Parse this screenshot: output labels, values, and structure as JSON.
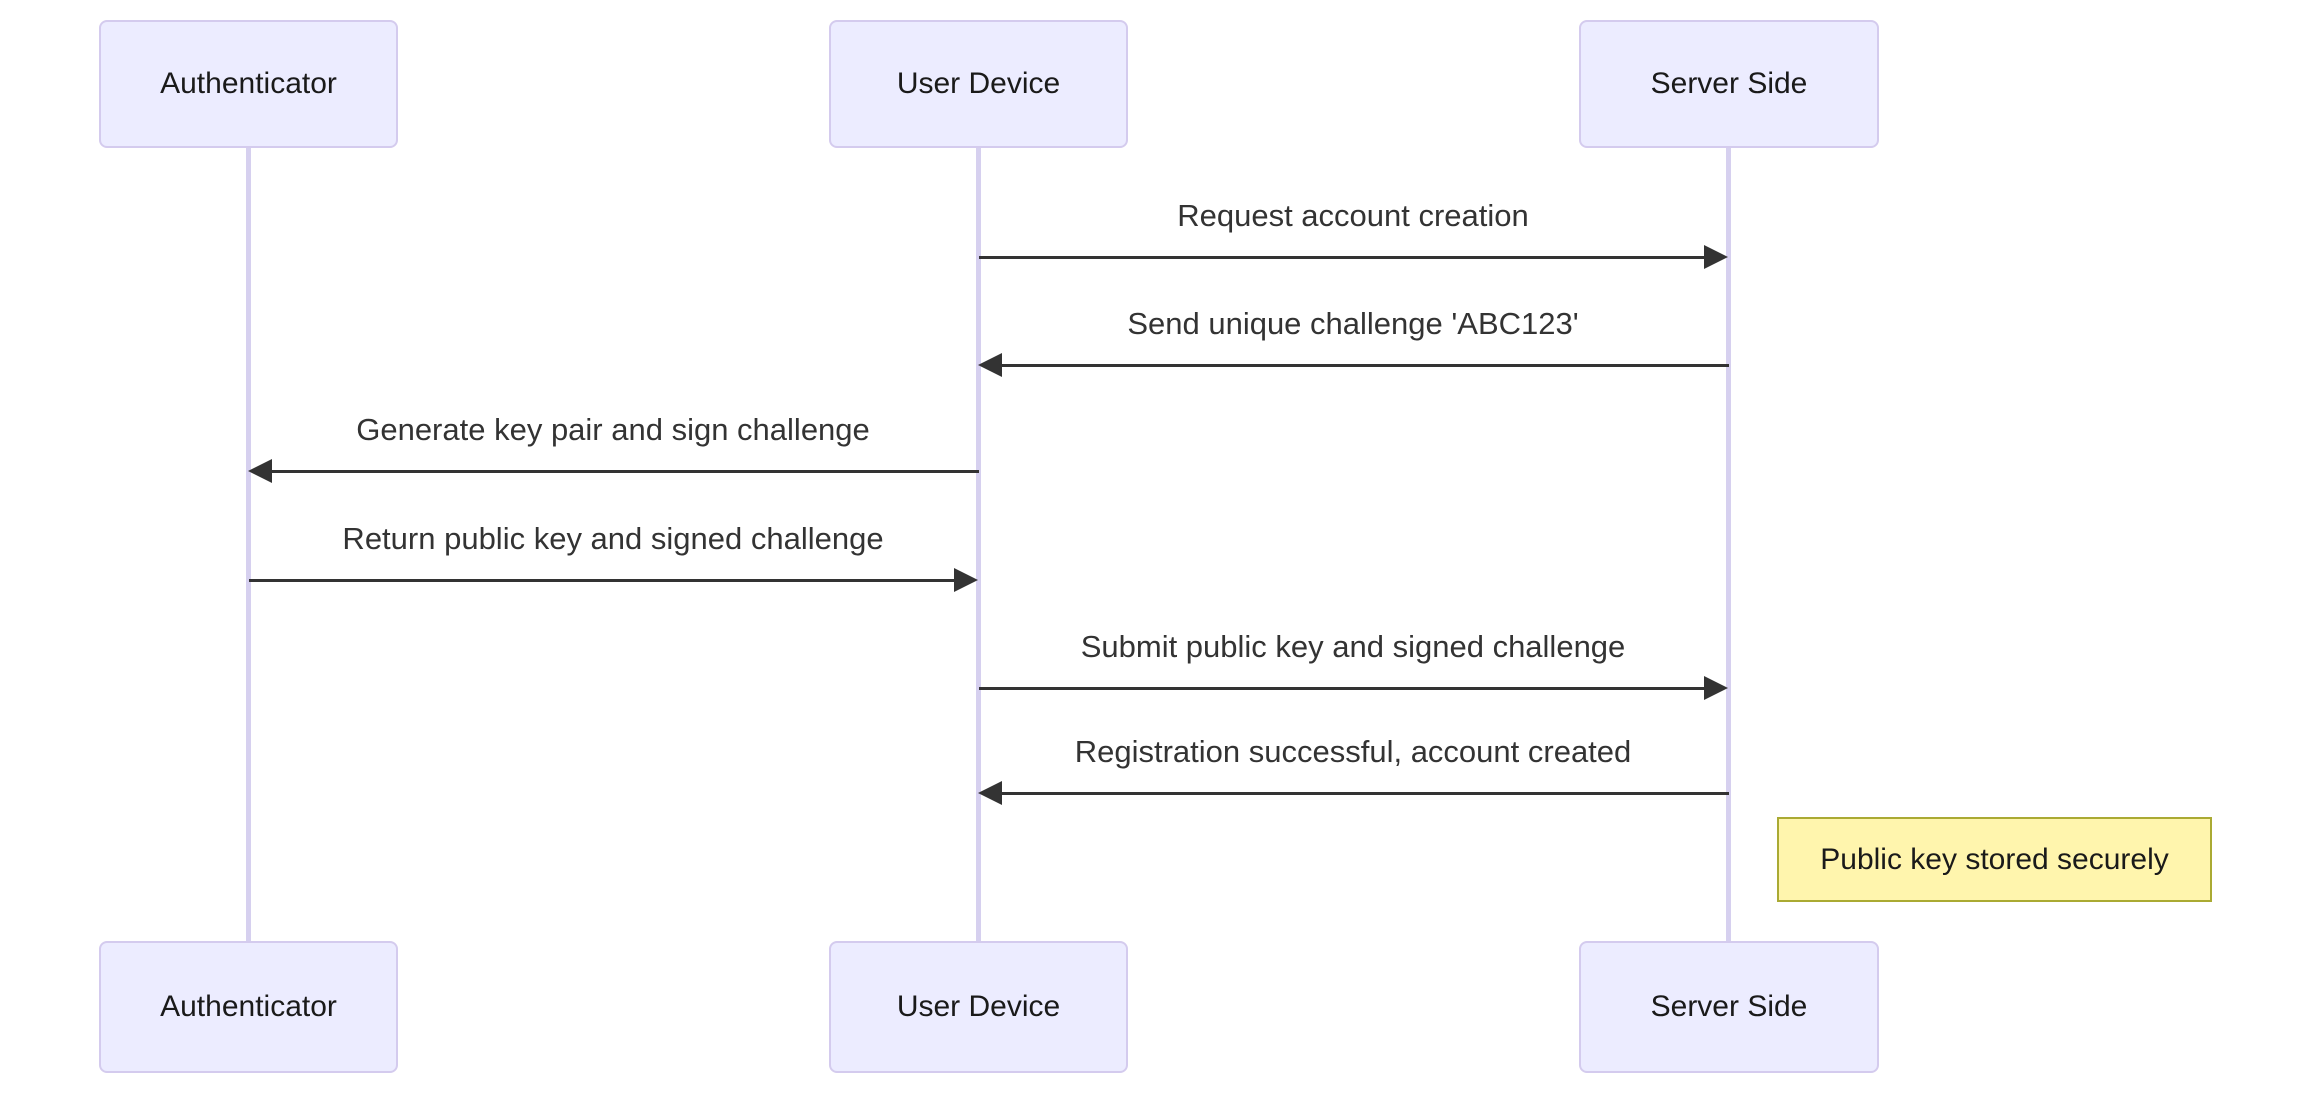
{
  "diagram": {
    "type": "sequence-diagram",
    "background_color": "#ffffff",
    "colors": {
      "actor_fill": "#ECECFF",
      "actor_border": "#D4CBEE",
      "lifeline": "#D6D0EF",
      "arrow": "#333333",
      "message_text": "#333333",
      "actor_text": "#1a1a1a",
      "note_fill": "#FFF5AD",
      "note_border": "#AAAA33"
    },
    "actors": [
      {
        "id": "authenticator",
        "label": "Authenticator"
      },
      {
        "id": "user-device",
        "label": "User Device"
      },
      {
        "id": "server-side",
        "label": "Server Side"
      }
    ],
    "messages": [
      {
        "from": "user-device",
        "to": "server-side",
        "label": "Request account creation"
      },
      {
        "from": "server-side",
        "to": "user-device",
        "label": "Send unique challenge 'ABC123'"
      },
      {
        "from": "user-device",
        "to": "authenticator",
        "label": "Generate key pair and sign challenge"
      },
      {
        "from": "authenticator",
        "to": "user-device",
        "label": "Return public key and signed challenge"
      },
      {
        "from": "user-device",
        "to": "server-side",
        "label": "Submit public key and signed challenge"
      },
      {
        "from": "server-side",
        "to": "user-device",
        "label": "Registration successful, account created"
      }
    ],
    "note": {
      "position": "right of server-side",
      "label": "Public key stored securely"
    }
  }
}
